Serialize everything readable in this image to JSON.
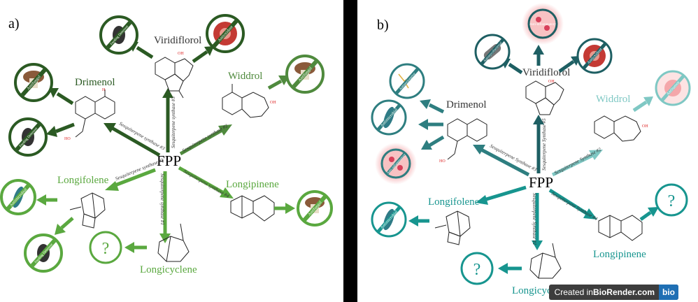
{
  "panel_a": {
    "label": "a)",
    "center": "FPP",
    "colors": {
      "dark": "#2b5a23",
      "mid": "#4f8a3d",
      "light": "#5aa83f"
    },
    "compounds": {
      "viridiflorol": "Viridiflorol",
      "drimenol": "Drimenol",
      "widdrol": "Widdrol",
      "longifolene": "Longifolene",
      "longipinene": "Longipinene",
      "longicyclene": "Longicyclene"
    },
    "synthases": {
      "s5": "Sesquiterpene synthase #5",
      "s3": "Sesquiterpene synthase #3",
      "s2": "Sesquiterpene synthase #2",
      "s1a": "Sesquiterpene synthase #1",
      "s1b": "Sesquiterpene synthase #1",
      "s4": "Sesquiterpene synthase #4"
    },
    "activities": {
      "antioxidant": "Antioxidant",
      "feeding_deterrent": "Feeding Deterrent",
      "antifungal": "Antifungal",
      "antimicrobial": "Antimicrobial",
      "unknown": "?"
    }
  },
  "panel_b": {
    "label": "b)",
    "center": "FPP",
    "colors": {
      "dark": "#1e5f63",
      "mid": "#2e7e80",
      "teal": "#17958f",
      "light": "#7fc8c4"
    },
    "compounds": {
      "viridiflorol": "Viridiflorol",
      "drimenol": "Drimenol",
      "widdrol": "Widdrol",
      "longifolene": "Longifolene",
      "longipinene": "Longipinene",
      "longicyclene": "Longicyclene"
    },
    "synthases": {
      "s5": "Sesquiterpene Synthase #5",
      "s3": "Sesquiterpene Synthase #3",
      "s2": "Sesquiterpene Synthase #2",
      "s1": "Sesquiterpene Synthase #1",
      "s4": "Sesquiterpene Synthase #4"
    },
    "activities": {
      "anti_inflammatory": "Anti-inflammatory",
      "antioxidant": "Antioxidant",
      "antimycobacterial": "Antimycobacterial",
      "antinociceptive": "Antinociceptive",
      "antimicrobial": "Antimicrobial",
      "antitumor": "Antitumor",
      "unknown": "?"
    },
    "credit": {
      "prefix": "Created in ",
      "brand": "BioRender.com",
      "logo": "bio"
    }
  },
  "atoms": {
    "oh": "OH",
    "h": "H",
    "ho": "HO"
  }
}
